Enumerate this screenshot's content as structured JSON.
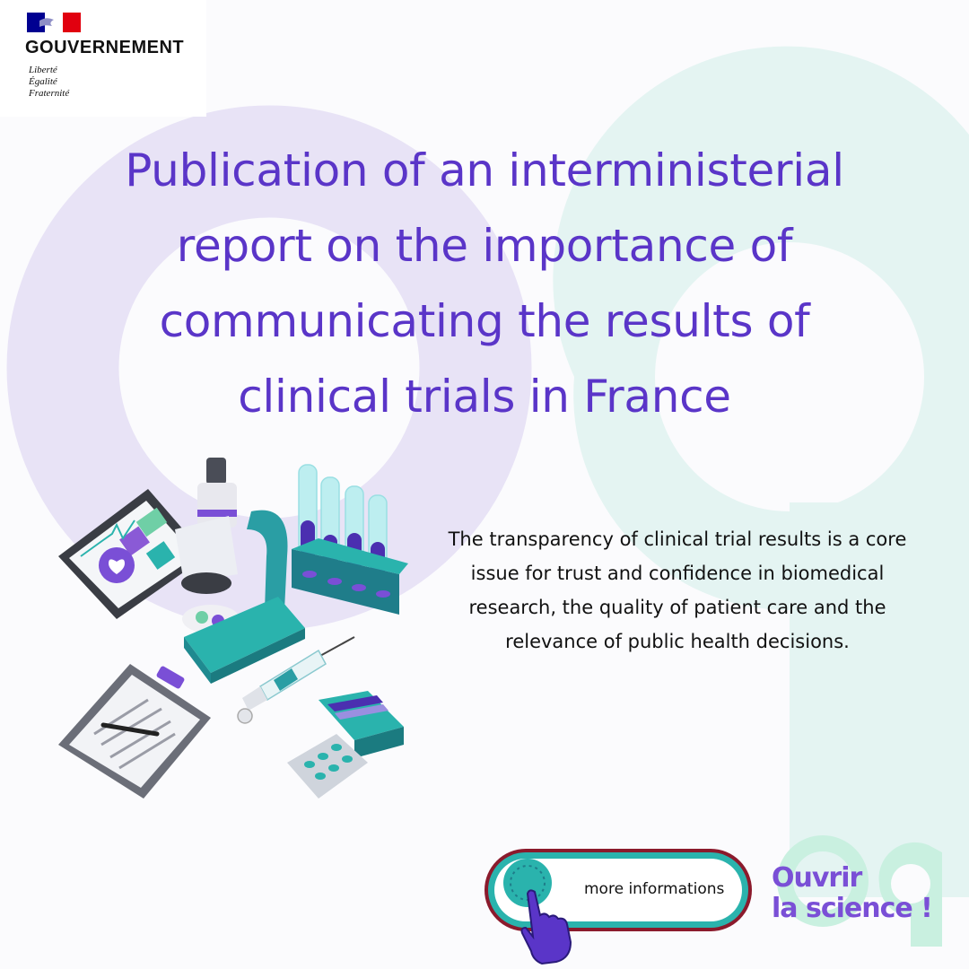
{
  "header": {
    "brand": "GOUVERNEMENT",
    "motto": [
      "Liberté",
      "Égalité",
      "Fraternité"
    ]
  },
  "headline": [
    "Publication of an interministerial",
    "report on the importance of",
    "communicating the results of",
    "clinical trials in France"
  ],
  "description": "The transparency of clinical trial results is a core issue for trust and confidence in biomedical research, the quality of patient care and the relevance of public health decisions.",
  "cta": {
    "label": "more informations"
  },
  "brand_logo": {
    "line1": "Ouvrir",
    "line2": "la science !"
  },
  "colors": {
    "accent": "#5a35c8",
    "teal": "#2ab3ad",
    "burgundy": "#8b1a2c",
    "flag_blue": "#000091",
    "flag_red": "#e1000f",
    "bg_lavender": "#e8e3f6",
    "bg_mint": "#e4f4f2"
  },
  "icons": [
    "marianne-flag-icon",
    "pointer-hand-icon",
    "microscope-icon",
    "test-tubes-icon",
    "tablet-icon",
    "syringe-icon",
    "clipboard-icon",
    "pill-pack-icon"
  ]
}
